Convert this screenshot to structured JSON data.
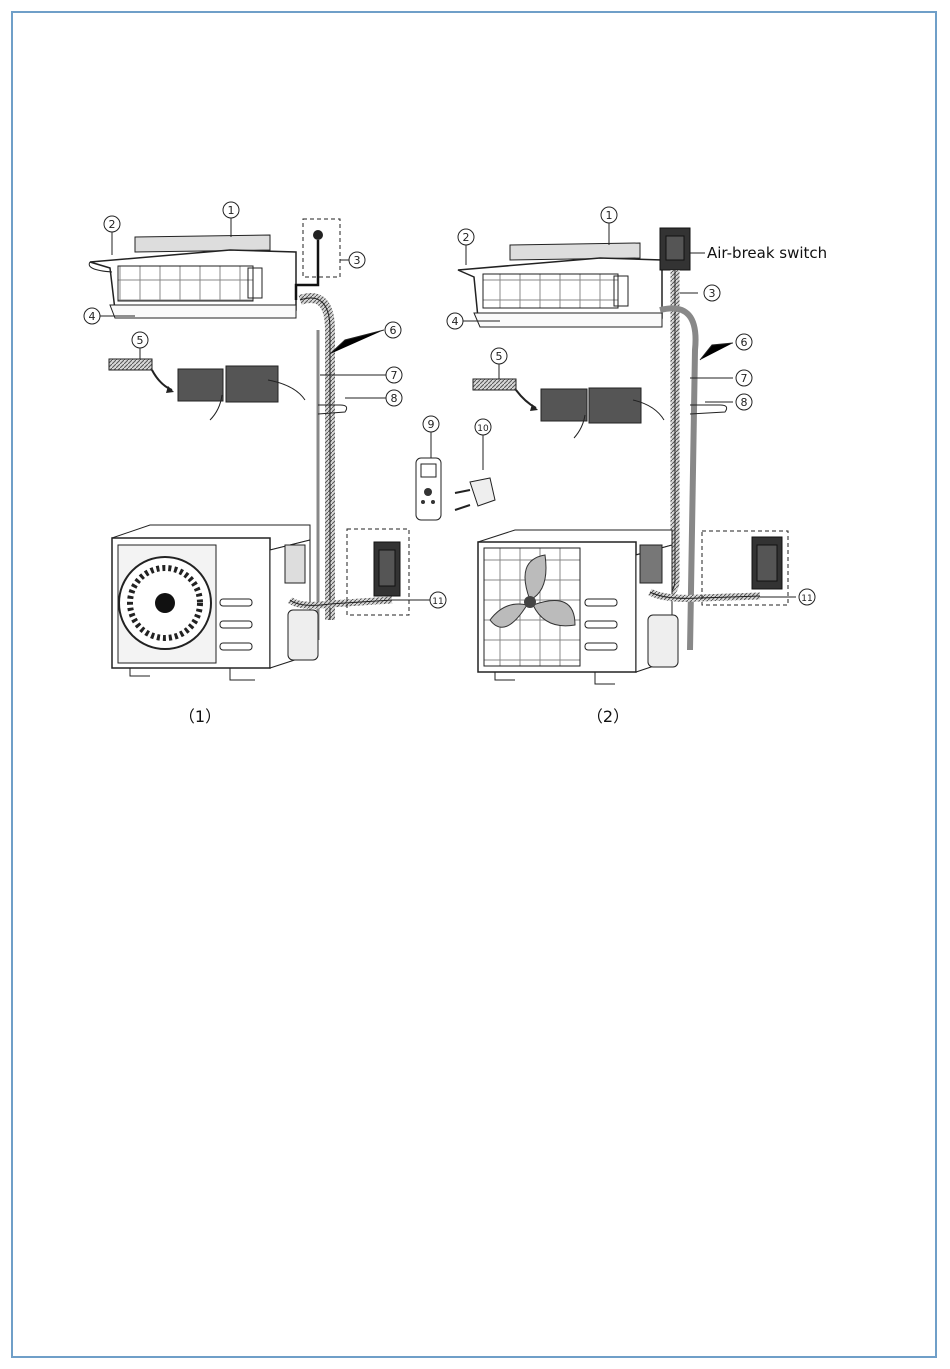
{
  "figures": [
    {
      "caption": "（1）",
      "callouts": [
        {
          "num": "1"
        },
        {
          "num": "2"
        },
        {
          "num": "3"
        },
        {
          "num": "4"
        },
        {
          "num": "5"
        },
        {
          "num": "6"
        },
        {
          "num": "7"
        },
        {
          "num": "8"
        },
        {
          "num": "9"
        },
        {
          "num": "10"
        },
        {
          "num": "11"
        }
      ]
    },
    {
      "caption": "（2）",
      "switch_label": "Air-break switch",
      "callouts": [
        {
          "num": "1"
        },
        {
          "num": "2"
        },
        {
          "num": "3"
        },
        {
          "num": "4"
        },
        {
          "num": "5"
        },
        {
          "num": "6"
        },
        {
          "num": "7"
        },
        {
          "num": "8"
        },
        {
          "num": "11"
        }
      ]
    }
  ],
  "colors": {
    "frame": "#6f9fc8",
    "line": "#1a1a1a",
    "dark": "#333333"
  }
}
